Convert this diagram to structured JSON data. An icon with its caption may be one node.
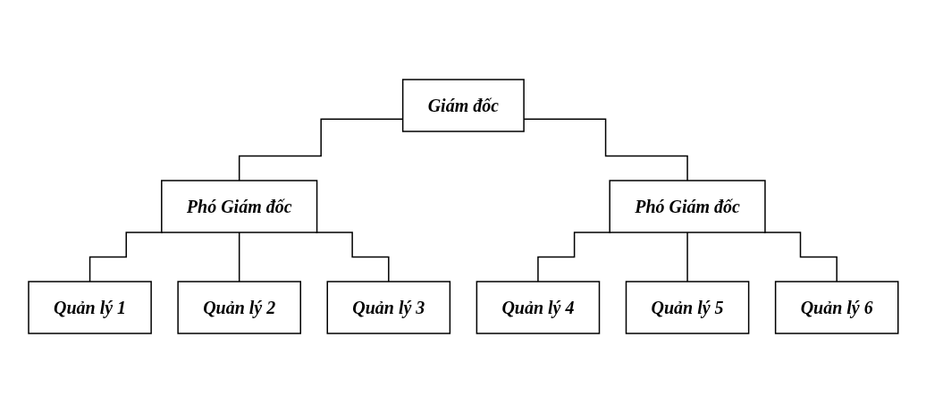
{
  "diagram": {
    "nodes": [
      {
        "text": [
          "Giám đốc"
        ]
      },
      {
        "text": [
          "Phó Giám đốc"
        ]
      },
      {
        "text": [
          "Phó Giám đốc"
        ]
      },
      {
        "text": [
          "Quản lý 1"
        ]
      },
      {
        "text": [
          "Quản lý 2"
        ]
      },
      {
        "text": [
          "Quản lý 3"
        ]
      },
      {
        "text": [
          "Quản lý 4"
        ]
      },
      {
        "text": [
          "Quản lý 5"
        ]
      },
      {
        "text": [
          "Quản lý 6"
        ]
      }
    ],
    "edges": [
      {
        "from": 0,
        "to": 1,
        "arrow": "none"
      },
      {
        "from": 0,
        "to": 2,
        "arrow": "none"
      },
      {
        "from": 1,
        "to": 3,
        "arrow": "none"
      },
      {
        "from": 1,
        "to": 4,
        "arrow": "none"
      },
      {
        "from": 1,
        "to": 5,
        "arrow": "none"
      },
      {
        "from": 2,
        "to": 6,
        "arrow": "none"
      },
      {
        "from": 2,
        "to": 7,
        "arrow": "none"
      },
      {
        "from": 2,
        "to": 8,
        "arrow": "none"
      }
    ]
  }
}
